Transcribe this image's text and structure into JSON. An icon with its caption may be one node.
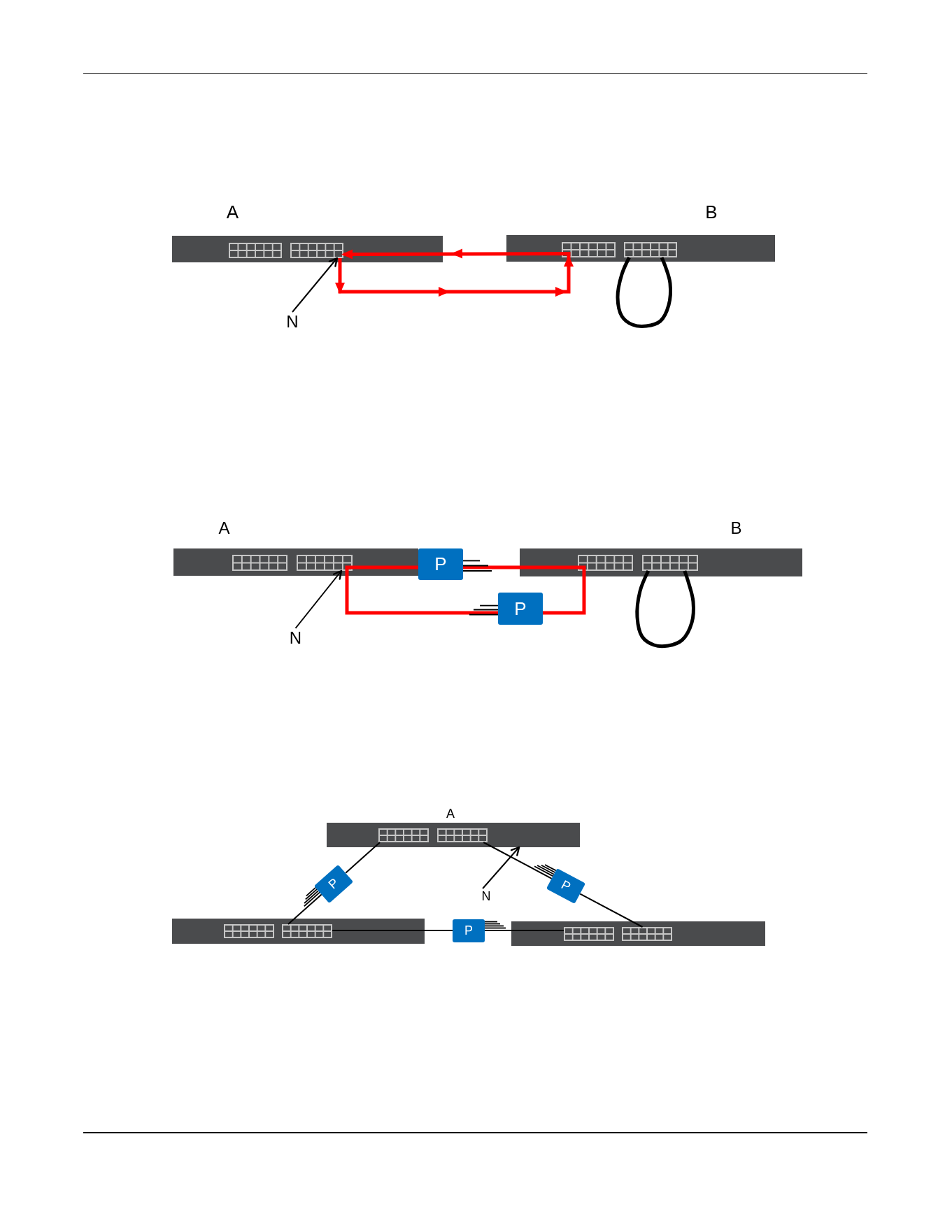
{
  "diagram": {
    "nodes": [
      {
        "text": [
          "A"
        ]
      },
      {
        "text": [],
        "shape": "box",
        "in": 0
      },
      {
        "text": [],
        "shape": "box",
        "in": 0
      },
      {
        "text": [
          "B"
        ]
      },
      {
        "text": [],
        "shape": "box",
        "in": 3
      },
      {
        "text": [],
        "shape": "box",
        "in": 3
      },
      {
        "text": [
          "N"
        ]
      },
      {
        "text": [
          "A"
        ]
      },
      {
        "text": [],
        "shape": "box",
        "in": 7
      },
      {
        "text": [],
        "shape": "box",
        "in": 7
      },
      {
        "text": [
          "P"
        ]
      },
      {
        "text": [
          "B"
        ]
      },
      {
        "text": [],
        "shape": "box",
        "in": 11
      },
      {
        "text": [],
        "shape": "box",
        "in": 11
      },
      {
        "text": [
          "P"
        ]
      },
      {
        "text": [
          "N"
        ]
      },
      {
        "text": [
          "A"
        ]
      },
      {
        "text": [],
        "shape": "box",
        "in": 16
      },
      {
        "text": [],
        "shape": "box",
        "in": 16
      },
      {
        "text": [
          "P"
        ]
      },
      {
        "text": [
          "P"
        ]
      },
      {
        "text": [
          "N"
        ]
      },
      {
        "text": [],
        "shape": "box"
      },
      {
        "text": [],
        "shape": "box",
        "in": 22
      },
      {
        "text": [],
        "shape": "box",
        "in": 22
      },
      {
        "text": [
          "P"
        ]
      },
      {
        "text": [],
        "shape": "box"
      },
      {
        "text": [],
        "shape": "box",
        "in": 26
      },
      {
        "text": [],
        "shape": "box",
        "in": 26
      }
    ],
    "edges": [
      {
        "from": 2,
        "to": 4,
        "arrow": "to",
        "style": "thick",
        "color": "#ff0000"
      },
      {
        "from": 4,
        "to": 2,
        "arrow": "to",
        "style": "thick",
        "color": "#ff0000"
      },
      {
        "from": 5,
        "to": 5,
        "arrow": "none",
        "style": "thick"
      },
      {
        "from": 6,
        "to": 2,
        "arrow": "to"
      },
      {
        "from": 9,
        "to": 10,
        "arrow": "none",
        "style": "thick",
        "color": "#ff0000"
      },
      {
        "from": 10,
        "to": 12,
        "arrow": "none",
        "style": "thick",
        "color": "#ff0000"
      },
      {
        "from": 12,
        "to": 14,
        "arrow": "none",
        "style": "thick",
        "color": "#ff0000"
      },
      {
        "from": 14,
        "to": 9,
        "arrow": "none",
        "style": "thick",
        "color": "#ff0000"
      },
      {
        "from": 13,
        "to": 13,
        "arrow": "none",
        "style": "thick"
      },
      {
        "from": 15,
        "to": 9,
        "arrow": "to"
      },
      {
        "from": 17,
        "to": 19,
        "arrow": "none"
      },
      {
        "from": 19,
        "to": 24,
        "arrow": "none"
      },
      {
        "from": 18,
        "to": 20,
        "arrow": "none"
      },
      {
        "from": 20,
        "to": 28,
        "arrow": "none"
      },
      {
        "from": 24,
        "to": 25,
        "arrow": "none"
      },
      {
        "from": 25,
        "to": 27,
        "arrow": "none"
      },
      {
        "from": 21,
        "to": 16,
        "arrow": "to"
      }
    ]
  }
}
